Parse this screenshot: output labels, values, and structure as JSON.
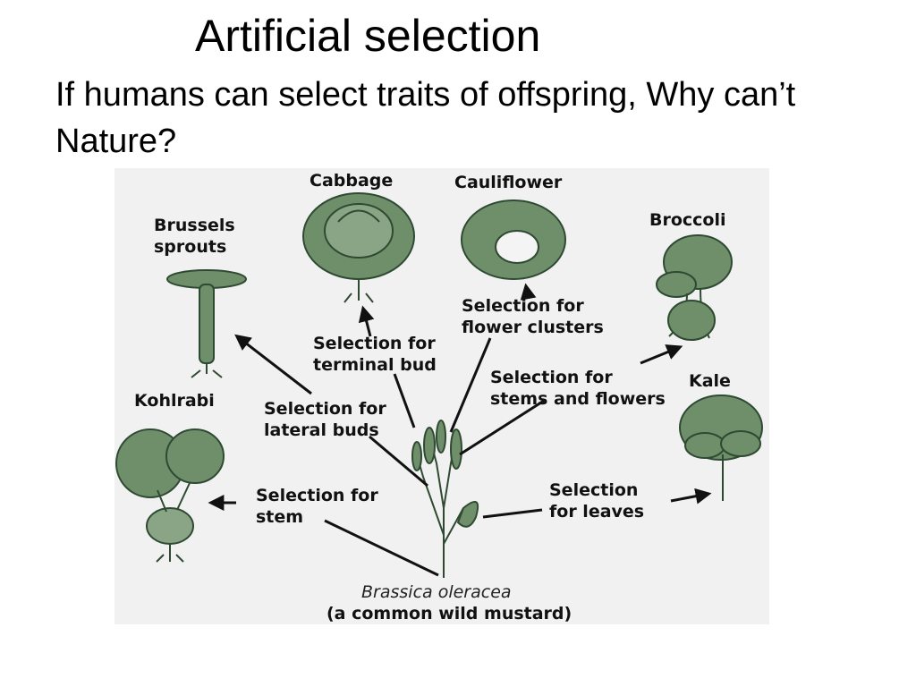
{
  "slide": {
    "title": "Artificial selection",
    "subtitle": "If humans can select traits of offspring, Why can’t Nature?"
  },
  "diagram": {
    "ancestor": {
      "species": "Brassica oleracea",
      "common_name": "(a common wild mustard)"
    },
    "crops": {
      "cabbage": "Cabbage",
      "cauliflower": "Cauliflower",
      "brussels": [
        "Brussels",
        "sprouts"
      ],
      "broccoli": "Broccoli",
      "kale": "Kale",
      "kohlrabi": "Kohlrabi"
    },
    "selections": {
      "terminal_bud": [
        "Selection for",
        "terminal bud"
      ],
      "flower_clusters": [
        "Selection for",
        "flower clusters"
      ],
      "stems_flowers": [
        "Selection for",
        "stems and flowers"
      ],
      "lateral_buds": [
        "Selection for",
        "lateral buds"
      ],
      "stem": [
        "Selection for",
        "stem"
      ],
      "leaves": [
        "Selection",
        "for leaves"
      ]
    },
    "colors": {
      "leaf_fill": "#6f8f6a",
      "leaf_dark": "#2f4a32",
      "background": "#f1f1f1",
      "line": "#111111"
    }
  }
}
